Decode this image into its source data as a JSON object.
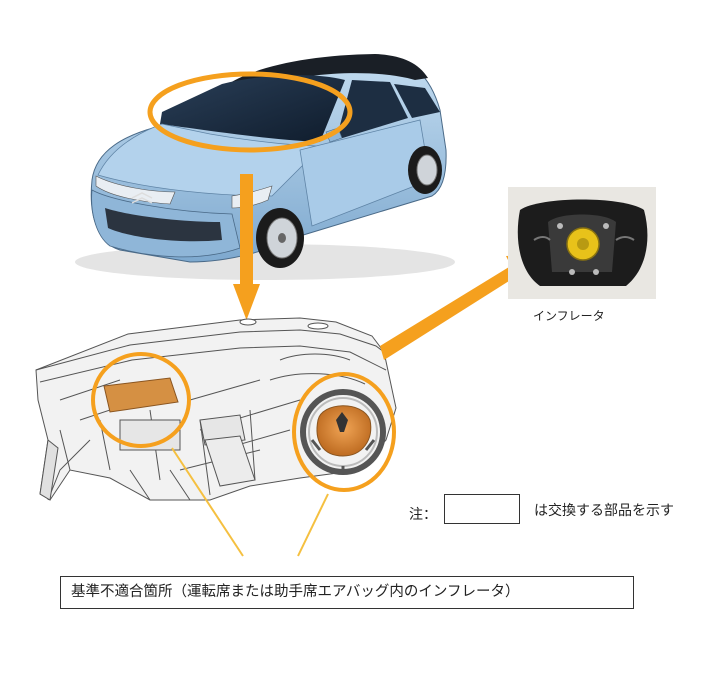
{
  "labels": {
    "inflator": "インフレータ",
    "note_prefix": "注：",
    "note_text": "は交換する部品を示す",
    "callout": "基準不適合箇所（運転席または助手席エアバッグ内のインフレータ）"
  },
  "colors": {
    "highlight": "#f5a01e",
    "car_body": "#9ec4e4",
    "airbag": "#d9842a",
    "inflator": "#e8c21a",
    "dashboard_line": "#555555"
  }
}
